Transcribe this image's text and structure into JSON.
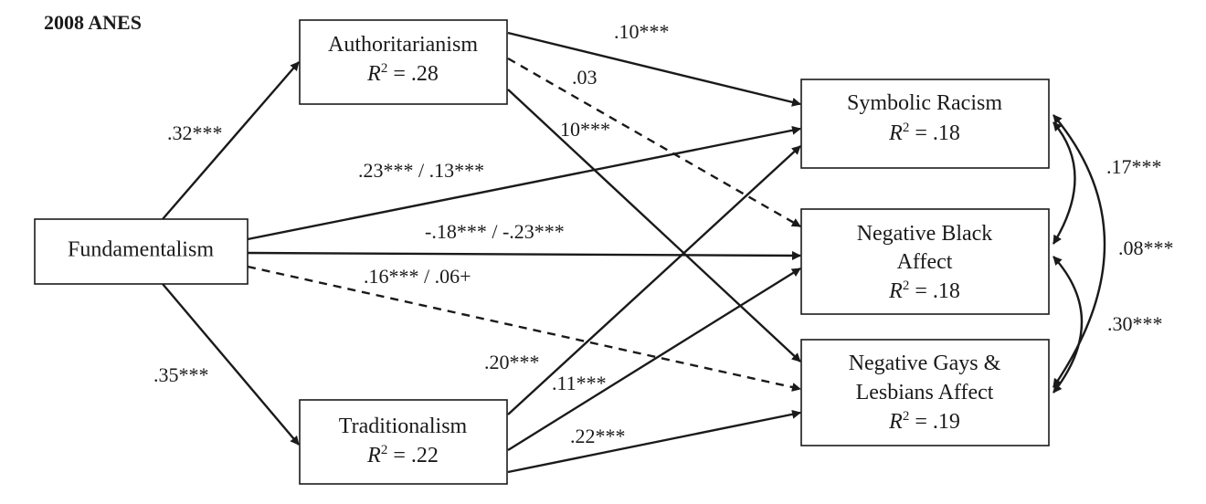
{
  "title": "2008 ANES",
  "nodes": {
    "authoritarianism": {
      "label": "Authoritarianism",
      "r2": ".28"
    },
    "fundamentalism": {
      "label": "Fundamentalism"
    },
    "traditionalism": {
      "label": "Traditionalism",
      "r2": ".22"
    },
    "symbolic_racism": {
      "label": "Symbolic Racism",
      "r2": ".18"
    },
    "negative_black_affect": {
      "label_line1": "Negative Black",
      "label_line2": "Affect",
      "r2": ".18"
    },
    "negative_gays_affect": {
      "label_line1": "Negative Gays &",
      "label_line2": "Lesbians Affect",
      "r2": ".19"
    }
  },
  "r2_symbol": "R",
  "r2_exponent": "2",
  "r2_equals": " = ",
  "edges": {
    "fund_auth": ".32***",
    "fund_trad": ".35***",
    "fund_sym": ".23*** / .13***",
    "fund_black": "-.18*** / -.23***",
    "fund_gays": ".16*** / .06+",
    "auth_sym": ".10***",
    "auth_black": ".03",
    "auth_gays": "10***",
    "trad_sym": ".20***",
    "trad_black": ".11***",
    "trad_gays": ".22***"
  },
  "covariances": {
    "sym_black": ".17***",
    "sym_gays": ".08***",
    "black_gays": ".30***"
  }
}
